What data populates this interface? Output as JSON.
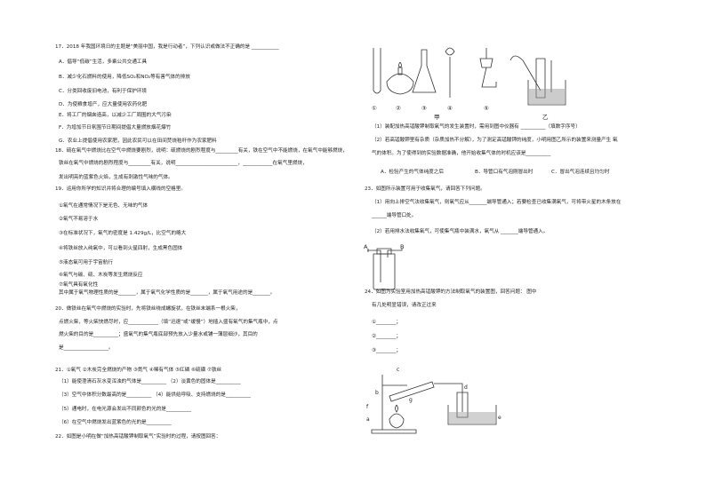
{
  "left": {
    "q17": {
      "stem": "17．2018 年我国环境日的主题是“美丽中国，我是行动者”，下列认识或做法不正确的是 ___________",
      "a": "A．倡导“低碳”生活，多乘公共交通工具",
      "b": "B．减少化石燃料的使用，降低SO₂和NO₂等有害气体的排放",
      "c": "C．分类回收废旧电池，有利于保护环境",
      "d": "D．为使粮食增产，应大量使用农药化肥",
      "e": "E．将工厂的烟囱造高，以减少工厂周围的大气污染",
      "f": "F．为增加节日氛围节日期间提倡大量燃放烟花爆竹",
      "g": "G．农业上提倡使用农家肥，因此农民可以在田间焚烧秸秆作为农家肥料"
    },
    "q18": {
      "l1": "18．硫在氧气中燃烧比在空气中燃烧要剧烈，说明：硫燃烧的剧烈程度与_________有关，铁在空气中不能燃烧，在氧气中能够燃烧，",
      "l2": "铁丝在氧气中燃烧的剧烈程度与_________有关，说明_________________________，____________在氧气里燃烧，",
      "l3": "发出明亮的蓝紫色火焰，生成有刺激性气味的气体。"
    },
    "q19": {
      "stem": "19．运用你所学的知识并将合理的编号填入横线的空格里。",
      "i1": "①氧气在通常情况下是无色、无味的气体",
      "i2": "②氧气不易溶于水",
      "i3": "③在标准状况下，氧气的密度是 1.429g/L，比空气的略大",
      "i4": "④将铁丝放入纯氧中，可以看到火星四射，生成黑色固体",
      "i5": "⑤液态氧可用于宇宙航行",
      "i6": "⑥氧气与碳、硫、木炭等发生燃烧反应",
      "i7": "⑦氧气具有氧化性",
      "tail": "其中属于氧气物理性质的是_______，属于氧气化学性质的是_______，属于氧气用途的是_______。"
    },
    "q20": {
      "l1": "20．做铁丝在氧气中燃烧的实验时，先将铁丝绕成螺旋状，在铁丝末端系一根火柴，",
      "l2": "点燃火柴，等火柴快燃尽时，应____________（填“迅速”或“缓慢”）地插入盛有氧气的集气瓶中，点",
      "l3": "燃火柴的目的是__________；盛氧气的集气瓶底部预先放入少量水或铺一薄层细沙，其目的",
      "l4": "是__________________。"
    },
    "q21": {
      "opts": "21．①氧气 ②木炭完全燃烧的产物 ③氮气 ④稀有气体 ⑤红磷 ⑥硫磺 ⑦铁丝",
      "l1": "（1）能使澄清石灰水变浑浊的气体是__________ （2）淡黄色的固体是__________",
      "l2": "（3）空气中体积分数最高的是__________ （4）能供给呼吸、支持燃烧的是__________",
      "l3": "（5）通电时，在电光源会发出不同颜色的光的是__________",
      "l4": "（6）在空气中燃烧发出蓝紫色的光的是__________"
    },
    "q22": "22．如图是小明在做“加热高锰酸钾制取氧气”实验时的过程，请按图回答："
  },
  "right": {
    "fig1": {
      "labels": [
        "①",
        "②",
        "③",
        "④",
        "⑤"
      ],
      "jia": "甲",
      "yi": "乙"
    },
    "q22": {
      "p1": "（1）装配加热高锰酸钾制取氧气的发生装置时，需用到图中仪器有 __________（填数字序号）",
      "p2a": "（2）若高锰酸钾里有杂质（杂质加热不分解），为了测定高锰酸钾的纯度，小明用图乙所示的装置来测量产生 氧",
      "p2b": "气的体积。为了使得到的实验数据准确，他开始收集气体的时机应该是__________",
      "oa": "A．检验产生的气体纯度之后",
      "ob": "B．导管口有气泡刚冒出时",
      "oc": "C．冒出气泡连续且均匀时"
    },
    "q23": {
      "stem": "23．如图所示装置可用于收集氧气，请回答下列问题。",
      "p1": "（1）用向上排空气法收集氧气，则氧气应从_______端导管通入；若要检查已收集满氧气，可将带火星的木条放在",
      "p1b": "______端导管口处。",
      "p2": "（2）若用排水法收集氧气，可使集气瓶中装满水，氧气从 _______端导管通入。",
      "A": "A",
      "B": "B"
    },
    "q24": {
      "l1": "24．如图为实验室用加热高锰酸钾的方法制取氧气的装置图，回答问题： 图中",
      "l2": "有几处明显错误，请改正过来",
      "a1": "①________；",
      "a2": "②________；",
      "a3": "③________；",
      "labels": [
        "a",
        "b",
        "c",
        "d",
        "e",
        "f",
        "g"
      ]
    }
  }
}
